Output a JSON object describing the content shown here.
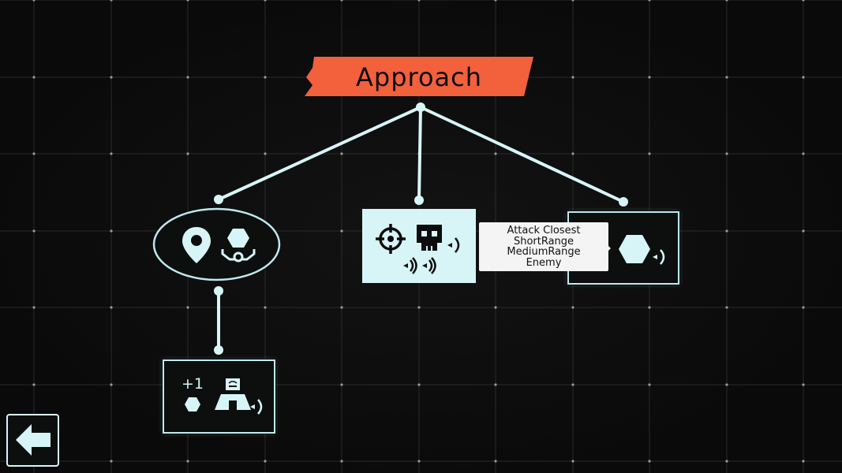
{
  "title": "Approach",
  "tooltip": {
    "lines": [
      "Attack Closest",
      "ShortRange",
      "MediumRange",
      "Enemy"
    ]
  },
  "nodes": {
    "target": {
      "icons": [
        "location-pin-icon",
        "hexagon-icon",
        "drone-icon"
      ]
    },
    "selector": {
      "icons": [
        "crosshair-icon",
        "skull-icon",
        "signal-short-icon",
        "signal-medium-icon"
      ]
    },
    "action": {
      "icons": [
        "hexagon-icon",
        "signal-icon"
      ]
    },
    "bonus": {
      "plus_label": "+1",
      "icons": [
        "hexagon-small-icon",
        "turret-icon",
        "signal-icon"
      ]
    }
  },
  "buttons": {
    "back": "back-arrow-icon"
  },
  "colors": {
    "banner": "#f2603c",
    "node_light": "#d7f5f7",
    "node_border": "#bfe9ee",
    "connector": "#d7f5f7",
    "background": "#0b0b0b"
  }
}
